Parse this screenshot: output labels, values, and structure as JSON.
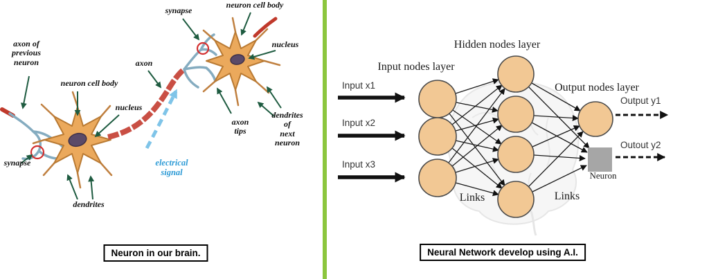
{
  "left_panel": {
    "caption": "Neuron in our brain.",
    "labels": {
      "axon_of_previous_neuron": "axon of\nprevious\nneuron",
      "neuron_cell_body": "neuron cell body",
      "nucleus": "nucleus",
      "synapse": "synapse",
      "dendrites": "dendrites",
      "axon": "axon",
      "synapse_top": "synapse",
      "neuron_cell_body_top": "neuron cell body",
      "nucleus_right": "nucleus",
      "axon_tips": "axon\ntips",
      "dendrites_of_next_neuron": "dendrites of\nnext neuron",
      "electrical_signal": "electrical\nsignal"
    }
  },
  "right_panel": {
    "caption": "Neural Network develop using A.I.",
    "layer_titles": {
      "input": "Input nodes layer",
      "hidden": "Hidden nodes layer",
      "output": "Output nodes layer"
    },
    "input_labels": [
      "Input x1",
      "Input x2",
      "Input x3"
    ],
    "output_labels": [
      "Output y1",
      "Outout y2"
    ],
    "links_label_left": "Links",
    "links_label_right": "Links",
    "neuron_box_label": "Neuron",
    "node_counts": {
      "input": 3,
      "hidden": 4,
      "output": 2
    }
  },
  "colors": {
    "divider_green": "#8CC63E",
    "node_fill": "#F2C894",
    "cell_fill": "#EBA95C",
    "axon_red": "#C94F44",
    "signal_blue": "#7FC4E8",
    "label_arrow_green": "#1E5B40"
  }
}
